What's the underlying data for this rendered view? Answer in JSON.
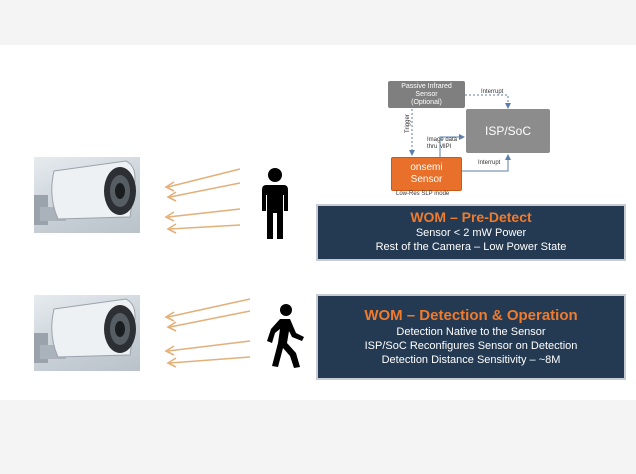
{
  "diagram": {
    "pir_sensor": {
      "line1": "Passive Infrared",
      "line2": "Sensor",
      "line3": "(Optional)"
    },
    "interrupt_top": "Interrupt",
    "interrupt_bottom": "Interrupt",
    "trigger": "Trigger",
    "image_data": {
      "line1": "Image data",
      "line2": "thru MIPI"
    },
    "isp": "ISP/SoC",
    "onsemi": {
      "line1": "onsemi",
      "line2": "Sensor"
    },
    "low_res_mode": "Low-Res SLP mode"
  },
  "pre_detect": {
    "title": "WOM – Pre-Detect",
    "lines": [
      "Sensor < 2 mW Power",
      "Rest of the Camera – Low Power State"
    ]
  },
  "detection": {
    "title": "WOM – Detection & Operation",
    "lines": [
      "Detection Native to the Sensor",
      "ISP/SoC Reconfigures Sensor on Detection",
      "Detection Distance Sensitivity – ~8M"
    ]
  },
  "icons": {
    "camera_top": "security-camera-icon",
    "camera_bottom": "security-camera-icon",
    "person_standing": "person-standing-icon",
    "person_walking": "person-walking-icon"
  },
  "colors": {
    "accent_orange": "#e8702a",
    "info_box_bg": "#243a52",
    "gray_box": "#8c8c8c"
  }
}
